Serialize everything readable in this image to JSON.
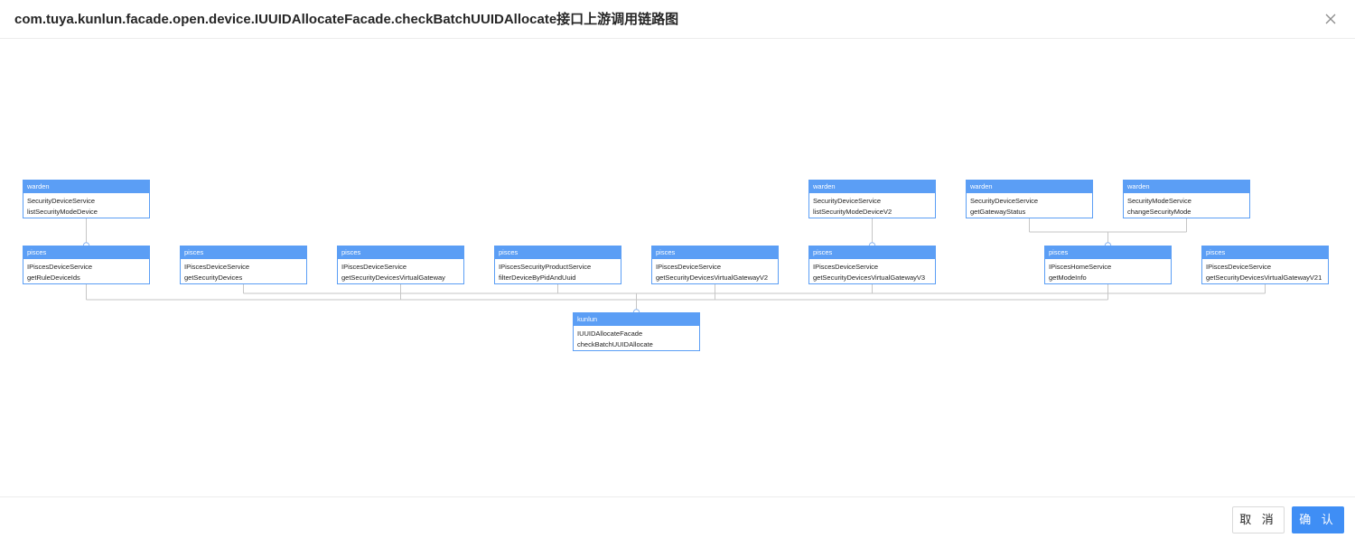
{
  "header": {
    "title": "com.tuya.kunlun.facade.open.device.IUUIDAllocateFacade.checkBatchUUIDAllocate接口上游调用链路图"
  },
  "colors": {
    "node_header": "#5b9ef5",
    "edge": "#c6c6c6",
    "primary": "#3f8ef5"
  },
  "icons": {
    "close": "close-icon",
    "collapse": "collapse-circle-icon"
  },
  "graph": {
    "nodes": [
      {
        "id": "warden-1",
        "app": "warden",
        "service": "SecurityDeviceService",
        "method": "listSecurityModeDevice"
      },
      {
        "id": "warden-2",
        "app": "warden",
        "service": "SecurityDeviceService",
        "method": "listSecurityModeDeviceV2"
      },
      {
        "id": "warden-3",
        "app": "warden",
        "service": "SecurityDeviceService",
        "method": "getGatewayStatus"
      },
      {
        "id": "warden-4",
        "app": "warden",
        "service": "SecurityModeService",
        "method": "changeSecurityMode"
      },
      {
        "id": "pisces-1",
        "app": "pisces",
        "service": "IPiscesDeviceService",
        "method": "getRuleDeviceIds"
      },
      {
        "id": "pisces-2",
        "app": "pisces",
        "service": "IPiscesDeviceService",
        "method": "getSecurityDevices"
      },
      {
        "id": "pisces-3",
        "app": "pisces",
        "service": "IPiscesDeviceService",
        "method": "getSecurityDevicesVirtualGateway"
      },
      {
        "id": "pisces-4",
        "app": "pisces",
        "service": "IPiscesSecurityProductService",
        "method": "filterDeviceByPidAndUuid"
      },
      {
        "id": "pisces-5",
        "app": "pisces",
        "service": "IPiscesDeviceService",
        "method": "getSecurityDevicesVirtualGatewayV2"
      },
      {
        "id": "pisces-6",
        "app": "pisces",
        "service": "IPiscesDeviceService",
        "method": "getSecurityDevicesVirtualGatewayV3"
      },
      {
        "id": "pisces-7",
        "app": "pisces",
        "service": "IPiscesHomeService",
        "method": "getModeInfo"
      },
      {
        "id": "pisces-8",
        "app": "pisces",
        "service": "IPiscesDeviceService",
        "method": "getSecurityDevicesVirtualGatewayV21"
      },
      {
        "id": "kunlun-1",
        "app": "kunlun",
        "service": "IUUIDAllocateFacade",
        "method": "checkBatchUUIDAllocate"
      }
    ],
    "edges": [
      {
        "from": "warden-1",
        "to": "pisces-1"
      },
      {
        "from": "warden-2",
        "to": "pisces-6"
      },
      {
        "from": "warden-3",
        "to": "pisces-7"
      },
      {
        "from": "warden-4",
        "to": "pisces-7"
      },
      {
        "from": "pisces-1",
        "to": "kunlun-1"
      },
      {
        "from": "pisces-2",
        "to": "kunlun-1"
      },
      {
        "from": "pisces-3",
        "to": "kunlun-1"
      },
      {
        "from": "pisces-4",
        "to": "kunlun-1"
      },
      {
        "from": "pisces-5",
        "to": "kunlun-1"
      },
      {
        "from": "pisces-6",
        "to": "kunlun-1"
      },
      {
        "from": "pisces-7",
        "to": "kunlun-1"
      },
      {
        "from": "pisces-8",
        "to": "kunlun-1"
      }
    ]
  },
  "footer": {
    "cancel_label": "取 消",
    "ok_label": "确 认"
  }
}
